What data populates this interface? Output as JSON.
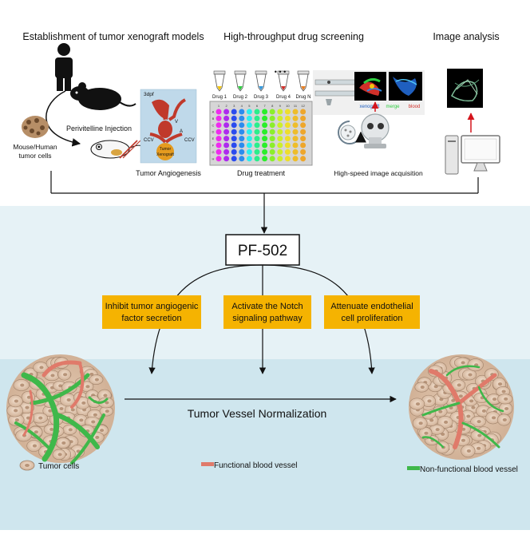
{
  "sections": {
    "models": "Establishment of tumor xenograft models",
    "screening": "High-throughput drug screening",
    "analysis": "Image analysis"
  },
  "panel1": {
    "perivitelline": "Perivitelline Injection",
    "tumor_cells_1": "Mouse/Human",
    "tumor_cells_2": "tumor cells",
    "angiogenesis": "Tumor Angiogenesis",
    "dpf": "3dpf",
    "v": "V",
    "a": "A",
    "ccv_left": "CCV",
    "ccv_right": "CCV",
    "tumor_label_1": "Tumor",
    "tumor_label_2": "Xenograft"
  },
  "panel2": {
    "drugs": [
      "Drug 1",
      "Drug 2",
      "Drug 3",
      "Drug 4",
      "Drug N"
    ],
    "dots": "• • •",
    "treatment": "Drug treatment",
    "acquisition": "High-speed image acquisition",
    "xenograft": "xenograft",
    "merge": "merge",
    "blood": "blood",
    "plate_cols": [
      "1",
      "2",
      "3",
      "4",
      "5",
      "6",
      "7",
      "8",
      "9",
      "10",
      "11",
      "12"
    ],
    "plate_rows": [
      "A",
      "B",
      "C",
      "D",
      "E",
      "F",
      "G",
      "H"
    ]
  },
  "compound": "PF-502",
  "mechanisms": {
    "m1_l1": "Inhibit tumor angiogenic",
    "m1_l2": "factor secretion",
    "m2_l1": "Activate the Notch",
    "m2_l2": "signaling pathway",
    "m3_l1": "Attenuate endothelial",
    "m3_l2": "cell proliferation"
  },
  "outcome": "Tumor Vessel Normalization",
  "legend": {
    "tumor_cells": "Tumor cells",
    "functional": "Functional blood vessel",
    "nonfunctional": "Non-functional blood vessel"
  },
  "colors": {
    "top_bg": "#ffffff",
    "mid_bg": "#e6f2f6",
    "bottom_bg": "#cfe6ee",
    "box_fill": "#f5b301",
    "functional_vessel": "#e07a6a",
    "nonfunctional_vessel": "#3fb84a",
    "tumor_cell": "#ead2bc"
  }
}
